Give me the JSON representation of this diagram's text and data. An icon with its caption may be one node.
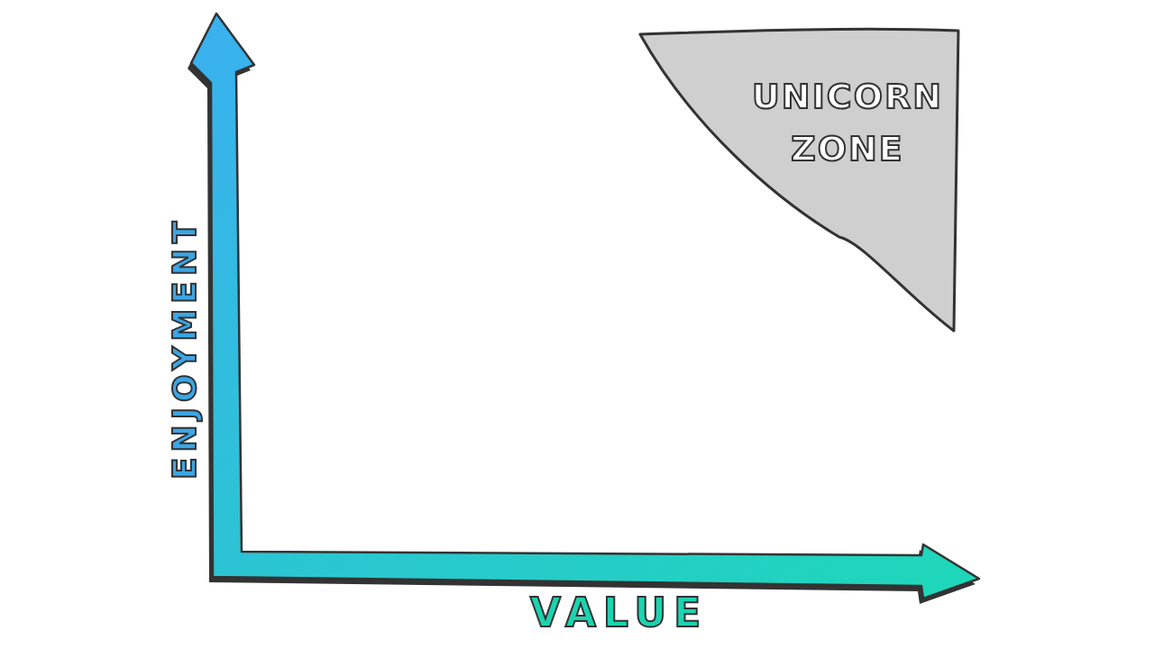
{
  "diagram": {
    "nodes": [
      {
        "text": [
          "UNICORN ZONE"
        ]
      }
    ],
    "labels": [
      "ENJOYMENT",
      "VALUE"
    ]
  }
}
